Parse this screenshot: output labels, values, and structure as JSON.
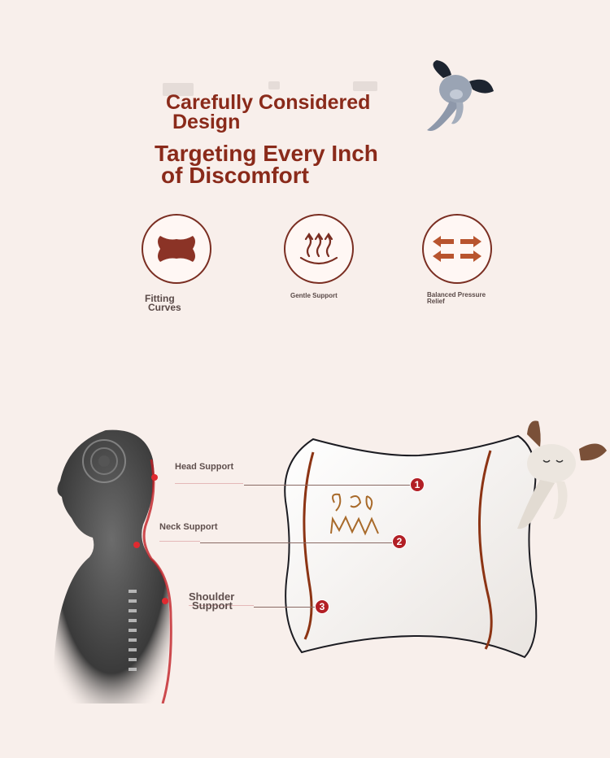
{
  "header": {
    "title_line1": "Carefully Considered",
    "title_line2": "Design",
    "subtitle_line1": "Targeting Every Inch",
    "subtitle_line2": "of Discomfort"
  },
  "features": [
    {
      "icon": "pillow-shape-icon",
      "label_line1": "Fitting",
      "label_line2": "Curves"
    },
    {
      "icon": "rising-waves-icon",
      "label": "Gentle Support"
    },
    {
      "icon": "opposing-arrows-icon",
      "label_line1": "Balanced Pressure",
      "label_line2": "Relief"
    }
  ],
  "callouts": [
    {
      "number": "1",
      "label": "Head Support"
    },
    {
      "number": "2",
      "label": "Neck Support"
    },
    {
      "number": "3",
      "label_line1": "Shoulder",
      "label_line2": "Support"
    }
  ],
  "colors": {
    "title": "#8a2a1a",
    "icon_ring": "#7a2e22",
    "marker": "#b21f25",
    "background": "#f8efeb"
  }
}
